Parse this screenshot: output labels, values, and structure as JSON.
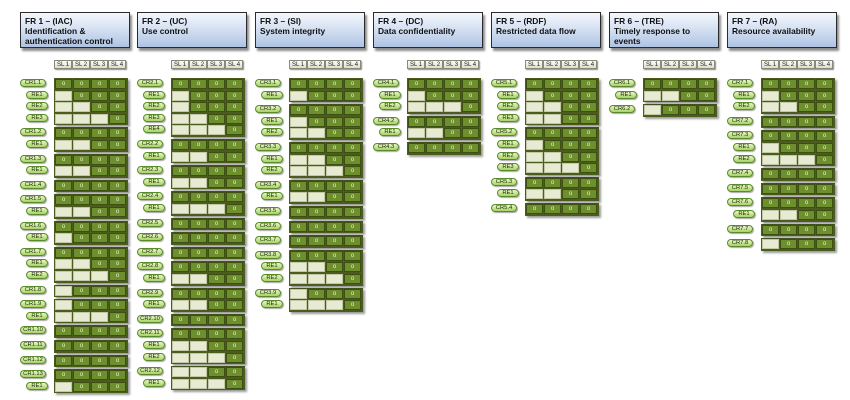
{
  "sl_headers": [
    "SL 1",
    "SL 2",
    "SL 3",
    "SL 4"
  ],
  "mark": "o",
  "colors": {
    "cell_on": "#6e8f2e",
    "cell_off": "#e7ebd4",
    "label_fill": "#a8d365",
    "header_fill": "#cfdcf0"
  },
  "columns": [
    {
      "title": "FR 1 – (IAC)\nIdentification &\nauthentication control",
      "rows": [
        {
          "label": "CR1.1",
          "sl": [
            1,
            1,
            1,
            1
          ]
        },
        {
          "label": "RE1",
          "sl": [
            0,
            1,
            1,
            1
          ]
        },
        {
          "label": "RE2",
          "sl": [
            0,
            0,
            1,
            1
          ]
        },
        {
          "label": "RE3",
          "sl": [
            0,
            0,
            0,
            1
          ]
        },
        {
          "label": "CR1.2",
          "sl": [
            1,
            1,
            1,
            1
          ]
        },
        {
          "label": "RE1",
          "sl": [
            0,
            0,
            1,
            1
          ]
        },
        {
          "label": "CR1.3",
          "sl": [
            1,
            1,
            1,
            1
          ]
        },
        {
          "label": "RE1",
          "sl": [
            0,
            0,
            1,
            1
          ]
        },
        {
          "label": "CR1.4",
          "sl": [
            1,
            1,
            1,
            1
          ]
        },
        {
          "label": "CR1.5",
          "sl": [
            1,
            1,
            1,
            1
          ]
        },
        {
          "label": "RE1",
          "sl": [
            0,
            0,
            1,
            1
          ]
        },
        {
          "label": "CR1.6",
          "sl": [
            1,
            1,
            1,
            1
          ]
        },
        {
          "label": "RE1",
          "sl": [
            0,
            1,
            1,
            1
          ]
        },
        {
          "label": "CR1.7",
          "sl": [
            1,
            1,
            1,
            1
          ]
        },
        {
          "label": "RE1",
          "sl": [
            0,
            0,
            1,
            1
          ]
        },
        {
          "label": "RE2",
          "sl": [
            0,
            0,
            0,
            1
          ]
        },
        {
          "label": "CR1.8",
          "sl": [
            0,
            1,
            1,
            1
          ]
        },
        {
          "label": "CR1.9",
          "sl": [
            0,
            1,
            1,
            1
          ]
        },
        {
          "label": "RE1",
          "sl": [
            0,
            0,
            0,
            1
          ]
        },
        {
          "label": "CR1.10",
          "sl": [
            1,
            1,
            1,
            1
          ]
        },
        {
          "label": "CR1.11",
          "sl": [
            1,
            1,
            1,
            1
          ]
        },
        {
          "label": "CR1.12",
          "sl": [
            1,
            1,
            1,
            1
          ]
        },
        {
          "label": "CR1.13",
          "sl": [
            1,
            1,
            1,
            1
          ]
        },
        {
          "label": "RE1",
          "sl": [
            0,
            1,
            1,
            1
          ]
        }
      ]
    },
    {
      "title": "FR 2 – (UC)\nUse control",
      "rows": [
        {
          "label": "CR2.1",
          "sl": [
            1,
            1,
            1,
            1
          ]
        },
        {
          "label": "RE1",
          "sl": [
            0,
            1,
            1,
            1
          ]
        },
        {
          "label": "RE2",
          "sl": [
            0,
            1,
            1,
            1
          ]
        },
        {
          "label": "RE3",
          "sl": [
            0,
            0,
            1,
            1
          ]
        },
        {
          "label": "RE4",
          "sl": [
            0,
            0,
            0,
            1
          ]
        },
        {
          "label": "CR2.2",
          "sl": [
            1,
            1,
            1,
            1
          ]
        },
        {
          "label": "RE1",
          "sl": [
            0,
            0,
            1,
            1
          ]
        },
        {
          "label": "CR2.3",
          "sl": [
            1,
            1,
            1,
            1
          ]
        },
        {
          "label": "RE1",
          "sl": [
            0,
            0,
            1,
            1
          ]
        },
        {
          "label": "CR2.4",
          "sl": [
            1,
            1,
            1,
            1
          ]
        },
        {
          "label": "RE1",
          "sl": [
            0,
            0,
            0,
            1
          ]
        },
        {
          "label": "CR2.5",
          "sl": [
            1,
            1,
            1,
            1
          ]
        },
        {
          "label": "CR2.6",
          "sl": [
            1,
            1,
            1,
            1
          ]
        },
        {
          "label": "CR2.7",
          "sl": [
            1,
            1,
            1,
            1
          ]
        },
        {
          "label": "CR2.8",
          "sl": [
            1,
            1,
            1,
            1
          ]
        },
        {
          "label": "RE1",
          "sl": [
            0,
            0,
            1,
            1
          ]
        },
        {
          "label": "CR2.9",
          "sl": [
            1,
            1,
            1,
            1
          ]
        },
        {
          "label": "RE1",
          "sl": [
            0,
            0,
            1,
            1
          ]
        },
        {
          "label": "CR2.10",
          "sl": [
            1,
            1,
            1,
            1
          ]
        },
        {
          "label": "CR2.11",
          "sl": [
            1,
            1,
            1,
            1
          ]
        },
        {
          "label": "RE1",
          "sl": [
            0,
            0,
            1,
            1
          ]
        },
        {
          "label": "RE2",
          "sl": [
            0,
            0,
            0,
            1
          ]
        },
        {
          "label": "CR2.12",
          "sl": [
            0,
            0,
            1,
            1
          ]
        },
        {
          "label": "RE1",
          "sl": [
            0,
            0,
            0,
            1
          ]
        }
      ]
    },
    {
      "title": "FR 3 – (SI)\nSystem integrity",
      "rows": [
        {
          "label": "CR3.1",
          "sl": [
            1,
            1,
            1,
            1
          ]
        },
        {
          "label": "RE1",
          "sl": [
            0,
            1,
            1,
            1
          ]
        },
        {
          "label": "CR3.2",
          "sl": [
            1,
            1,
            1,
            1
          ]
        },
        {
          "label": "RE1",
          "sl": [
            0,
            1,
            1,
            1
          ]
        },
        {
          "label": "RE2",
          "sl": [
            0,
            0,
            1,
            1
          ]
        },
        {
          "label": "CR3.3",
          "sl": [
            1,
            1,
            1,
            1
          ]
        },
        {
          "label": "RE1",
          "sl": [
            0,
            0,
            1,
            1
          ]
        },
        {
          "label": "RE2",
          "sl": [
            0,
            0,
            0,
            1
          ]
        },
        {
          "label": "CR3.4",
          "sl": [
            1,
            1,
            1,
            1
          ]
        },
        {
          "label": "RE1",
          "sl": [
            0,
            0,
            1,
            1
          ]
        },
        {
          "label": "CR3.5",
          "sl": [
            1,
            1,
            1,
            1
          ]
        },
        {
          "label": "CR3.6",
          "sl": [
            1,
            1,
            1,
            1
          ]
        },
        {
          "label": "CR3.7",
          "sl": [
            1,
            1,
            1,
            1
          ]
        },
        {
          "label": "CR3.8",
          "sl": [
            1,
            1,
            1,
            1
          ]
        },
        {
          "label": "RE1",
          "sl": [
            0,
            0,
            1,
            1
          ]
        },
        {
          "label": "RE2",
          "sl": [
            0,
            0,
            0,
            1
          ]
        },
        {
          "label": "CR3.9",
          "sl": [
            0,
            1,
            1,
            1
          ]
        },
        {
          "label": "RE1",
          "sl": [
            0,
            0,
            0,
            1
          ]
        }
      ]
    },
    {
      "title": "FR 4 – (DC)\nData confidentiality",
      "rows": [
        {
          "label": "CR4.1",
          "sl": [
            1,
            1,
            1,
            1
          ]
        },
        {
          "label": "RE1",
          "sl": [
            0,
            1,
            1,
            1
          ]
        },
        {
          "label": "RE2",
          "sl": [
            0,
            0,
            0,
            1
          ]
        },
        {
          "label": "CR4.2",
          "sl": [
            1,
            1,
            1,
            1
          ]
        },
        {
          "label": "RE1",
          "sl": [
            0,
            0,
            1,
            1
          ]
        },
        {
          "label": "CR4.3",
          "sl": [
            1,
            1,
            1,
            1
          ]
        }
      ]
    },
    {
      "title": "FR 5 – (RDF)\nRestricted data flow",
      "rows": [
        {
          "label": "CR5.1",
          "sl": [
            1,
            1,
            1,
            1
          ]
        },
        {
          "label": "RE1",
          "sl": [
            0,
            1,
            1,
            1
          ]
        },
        {
          "label": "RE2",
          "sl": [
            0,
            0,
            1,
            1
          ]
        },
        {
          "label": "RE3",
          "sl": [
            0,
            0,
            1,
            1
          ]
        },
        {
          "label": "CR5.2",
          "sl": [
            1,
            1,
            1,
            1
          ]
        },
        {
          "label": "RE1",
          "sl": [
            0,
            1,
            1,
            1
          ]
        },
        {
          "label": "RE2",
          "sl": [
            0,
            0,
            1,
            1
          ]
        },
        {
          "label": "RE3",
          "sl": [
            0,
            0,
            0,
            1
          ]
        },
        {
          "label": "CR5.3",
          "sl": [
            1,
            1,
            1,
            1
          ]
        },
        {
          "label": "RE1",
          "sl": [
            0,
            0,
            1,
            1
          ]
        },
        {
          "label": "CR5.4",
          "sl": [
            1,
            1,
            1,
            1
          ]
        }
      ]
    },
    {
      "title": "FR 6 – (TRE)\nTimely response to events",
      "rows": [
        {
          "label": "CR6.1",
          "sl": [
            1,
            1,
            1,
            1
          ]
        },
        {
          "label": "RE1",
          "sl": [
            0,
            0,
            1,
            1
          ]
        },
        {
          "label": "CR6.2",
          "sl": [
            0,
            1,
            1,
            1
          ]
        }
      ]
    },
    {
      "title": "FR 7 – (RA)\nResource availability",
      "rows": [
        {
          "label": "CR7.1",
          "sl": [
            1,
            1,
            1,
            1
          ]
        },
        {
          "label": "RE1",
          "sl": [
            0,
            1,
            1,
            1
          ]
        },
        {
          "label": "RE2",
          "sl": [
            0,
            0,
            1,
            1
          ]
        },
        {
          "label": "CR7.2",
          "sl": [
            1,
            1,
            1,
            1
          ]
        },
        {
          "label": "CR7.3",
          "sl": [
            1,
            1,
            1,
            1
          ]
        },
        {
          "label": "RE1",
          "sl": [
            0,
            1,
            1,
            1
          ]
        },
        {
          "label": "RE2",
          "sl": [
            0,
            0,
            0,
            1
          ]
        },
        {
          "label": "CR7.4",
          "sl": [
            1,
            1,
            1,
            1
          ]
        },
        {
          "label": "CR7.5",
          "sl": [
            1,
            1,
            1,
            1
          ]
        },
        {
          "label": "CR7.6",
          "sl": [
            1,
            1,
            1,
            1
          ]
        },
        {
          "label": "RE1",
          "sl": [
            0,
            0,
            1,
            1
          ]
        },
        {
          "label": "CR7.7",
          "sl": [
            1,
            1,
            1,
            1
          ]
        },
        {
          "label": "CR7.8",
          "sl": [
            0,
            1,
            1,
            1
          ]
        }
      ]
    }
  ]
}
